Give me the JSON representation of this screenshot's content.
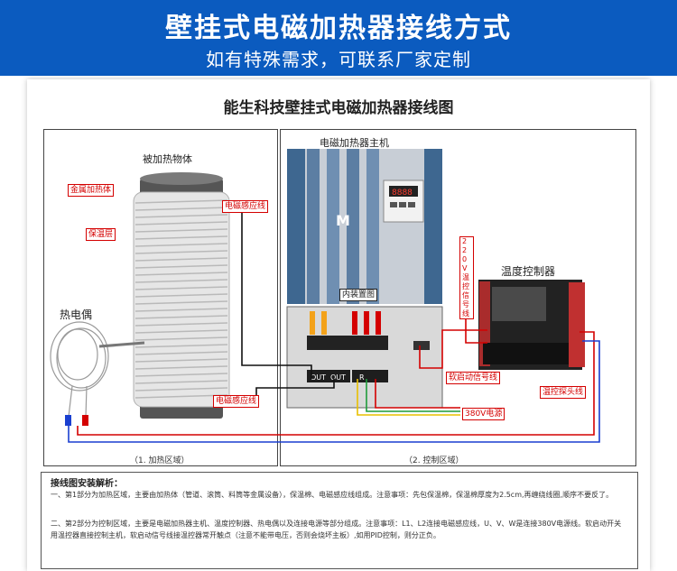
{
  "banner": {
    "title": "壁挂式电磁加热器接线方式",
    "subtitle": "如有特殊需求，可联系厂家定制"
  },
  "diagram": {
    "title": "能生科技壁挂式电磁加热器接线图",
    "heated_object_label": "被加热物体",
    "host_label": "电磁加热器主机",
    "thermocouple_label": "热电偶",
    "temp_controller_label": "温度控制器",
    "internal_label": "内装置图",
    "metal_label": "金属加热体",
    "insulation_label": "保温层",
    "coil_top_label": "电磁感应线",
    "coil_bottom_label": "电磁感应线",
    "soft_start_label": "软启动信号线",
    "probe_label": "温控探头线",
    "power_label": "380V电源",
    "signal_vertical_label": "220V温控信号线",
    "terminal_out1": "OUT",
    "terminal_out2": "OUT",
    "terminal_mark": "R",
    "region1_caption": "（1. 加热区域）",
    "region2_caption": "（2. 控制区域）",
    "display_readout": "8888"
  },
  "notes": {
    "title": "接线图安装解析：",
    "p1": "一、第1部分为加热区域，主要由加热体（管道、滚筒、料筒等金属设备），保温棉、电磁感应线组成。注意事项：先包保温棉，保温棉厚度为2.5cm,再缠绕线圈,顺序不要反了。",
    "p2": "二、第2部分为控制区域，主要是电磁加热器主机、温度控制器、热电偶以及连接电源等部分组成。注意事项：L1、L2连接电磁感应线，U、V、W是连接380V电源线。软启动开关用温控器直接控制主机，软启动信号线接温控器常开触点（注意不能带电压，否则会烧坏主板）,如用PID控制，则分正负。"
  },
  "colors": {
    "banner": "#0b5bbf",
    "label_red": "#d40000",
    "wire_blue": "#1a3fd0",
    "wire_red": "#d40000",
    "wire_black": "#111111",
    "host_blue": "#4a6f95"
  }
}
